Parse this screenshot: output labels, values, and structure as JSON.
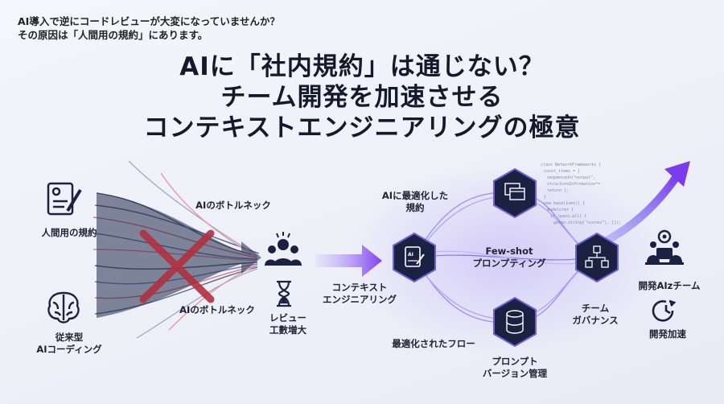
{
  "intro": {
    "line1": "AI導入で逆にコードレビューが大変になっていませんか？",
    "line2": "その原因は「人間用の規約」にあります。"
  },
  "headline": {
    "line1": "AIに「社内規約」は通じない？",
    "line2": "チーム開発を加速させる",
    "line3": "コンテキストエンジニアリングの極意"
  },
  "left": {
    "human_rules": "人間用の規約",
    "traditional_1": "従来型",
    "traditional_2": "AIコーディング",
    "bottleneck_top": "AIのボトルネック",
    "bottleneck_bottom": "AIのボトルネック",
    "review_1": "レビュー",
    "review_2": "工數増大"
  },
  "middle": {
    "context_1": "コンテキスト",
    "context_2": "エンジニアリング",
    "ai_rules_1": "AIに最適化した",
    "ai_rules_2": "規約",
    "fewshot_1": "Few-shot",
    "fewshot_2": "プロンプティング",
    "flow": "最適化されたフロー",
    "prompt_1": "プロンプト",
    "prompt_2": "バージョン管理",
    "gov_1": "チーム",
    "gov_2": "ガバナンス"
  },
  "right": {
    "team": "開発AIzチーム",
    "speed": "開発加速"
  },
  "icons": [
    "document-pen-icon",
    "brain-icon",
    "red-x-icon",
    "team-stress-icon",
    "hourglass-icon",
    "ai-document-icon",
    "browser-windows-icon",
    "database-icon",
    "network-cubes-icon",
    "team-gear-icon",
    "clock-icon",
    "growth-arrow-icon"
  ],
  "colors": {
    "hex_dark": "#1b2140",
    "accent_purple": "#8b5cf6",
    "cross_red": "#b0313f",
    "text_dark": "#141a2c"
  }
}
